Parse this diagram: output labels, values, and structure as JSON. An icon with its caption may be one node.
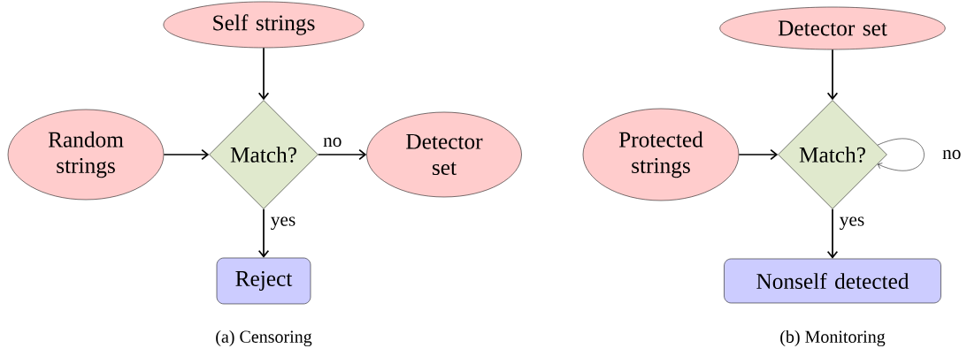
{
  "diagram": {
    "nodes": [
      {
        "text": [
          "Self strings"
        ]
      },
      {
        "text": [
          "Random strings"
        ]
      },
      {
        "text": [
          "Match?"
        ]
      },
      {
        "text": [
          "Detector set"
        ]
      },
      {
        "text": [
          "Reject"
        ]
      },
      {
        "text": [
          "Detector set"
        ]
      },
      {
        "text": [
          "Protected strings"
        ]
      },
      {
        "text": [
          "Match?"
        ]
      },
      {
        "text": [
          "Nonself detected"
        ]
      }
    ],
    "edges": [
      {
        "from": 0,
        "to": 2,
        "arrow": "to"
      },
      {
        "from": 1,
        "to": 2,
        "arrow": "to"
      },
      {
        "from": 2,
        "to": 3,
        "arrow": "to",
        "label": "no"
      },
      {
        "from": 2,
        "to": 4,
        "arrow": "to",
        "label": "yes"
      },
      {
        "from": 5,
        "to": 7,
        "arrow": "to"
      },
      {
        "from": 6,
        "to": 7,
        "arrow": "to"
      },
      {
        "from": 7,
        "to": 7,
        "arrow": "to",
        "label": "no"
      },
      {
        "from": 7,
        "to": 8,
        "arrow": "to",
        "label": "yes"
      }
    ],
    "labels": [
      "(a) Censoring",
      "(b) Monitoring"
    ]
  }
}
